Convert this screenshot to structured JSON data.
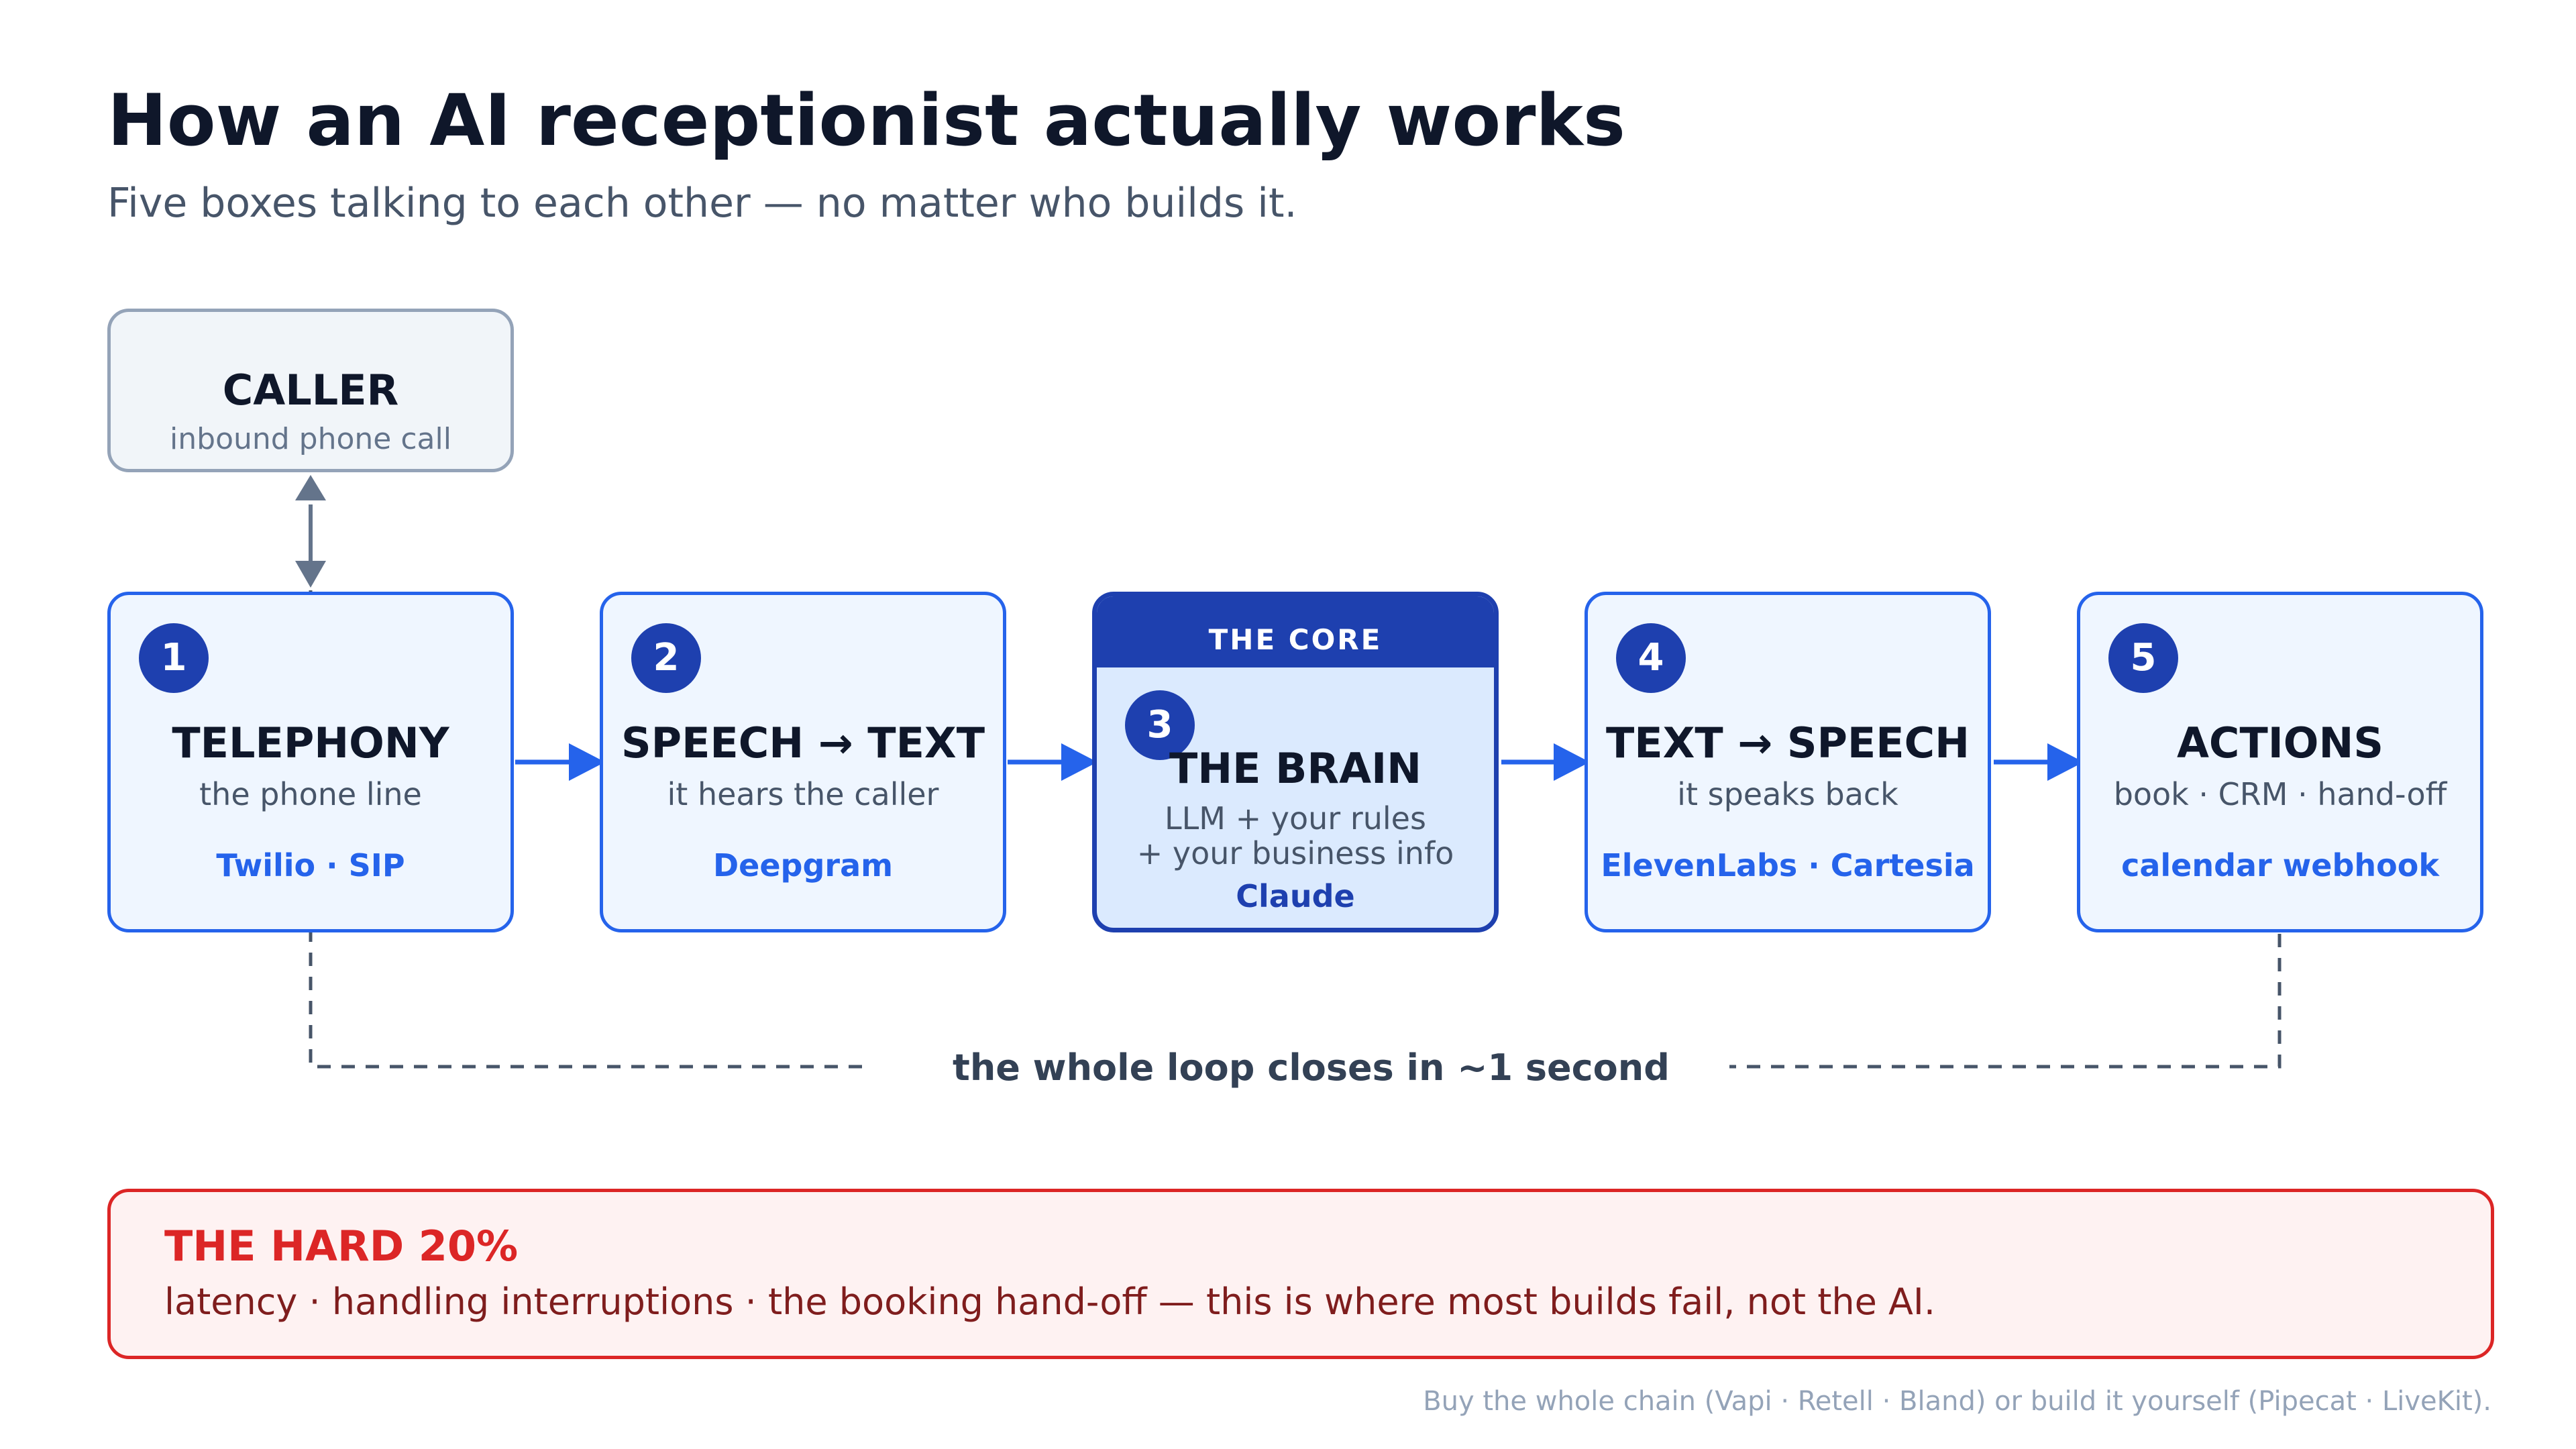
{
  "title": "How an AI receptionist actually works",
  "subtitle": "Five boxes talking to each other — no matter who builds it.",
  "caller": {
    "name": "CALLER",
    "desc": "inbound phone call"
  },
  "stages": [
    {
      "num": "1",
      "name": "TELEPHONY",
      "desc": "the phone line",
      "tool": "Twilio · SIP"
    },
    {
      "num": "2",
      "name": "SPEECH → TEXT",
      "desc": "it hears the caller",
      "tool": "Deepgram"
    },
    {
      "num": "3",
      "header": "THE CORE",
      "name": "THE BRAIN",
      "desc_line1": "LLM + your rules",
      "desc_line2": "+ your business info",
      "tool": "Claude"
    },
    {
      "num": "4",
      "name": "TEXT → SPEECH",
      "desc": "it speaks back",
      "tool": "ElevenLabs · Cartesia"
    },
    {
      "num": "5",
      "name": "ACTIONS",
      "desc": "book · CRM · hand-off",
      "tool": "calendar webhook"
    }
  ],
  "loop_label": "the whole loop closes in ~1 second",
  "hard": {
    "title": "THE HARD 20%",
    "text": "latency · handling interruptions · the booking hand-off — this is where most builds fail, not the AI."
  },
  "footnote": "Buy the whole chain (Vapi · Retell · Bland) or build it yourself (Pipecat · LiveKit).",
  "colors": {
    "accent": "#2563eb",
    "core": "#1e40af",
    "connector_gray": "#64748b",
    "loop_dash": "#475569",
    "warning": "#dc2626"
  }
}
